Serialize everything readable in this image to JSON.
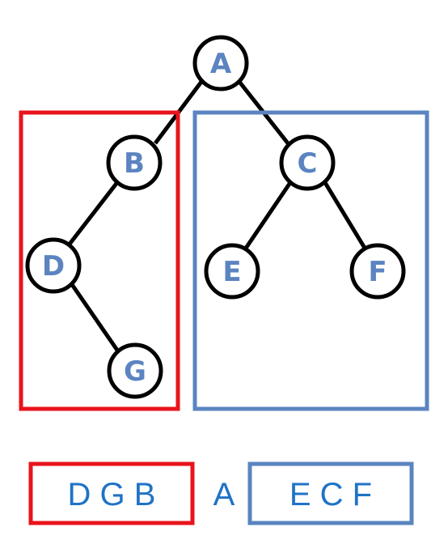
{
  "colors": {
    "left_subtree": "#e8141c",
    "right_subtree": "#5b84c0",
    "node_text": "#5b84c0",
    "edge": "#000000",
    "sequence_text": "#1f73c6"
  },
  "tree": {
    "nodes": [
      {
        "id": "A",
        "label": "A"
      },
      {
        "id": "B",
        "label": "B"
      },
      {
        "id": "C",
        "label": "C"
      },
      {
        "id": "D",
        "label": "D"
      },
      {
        "id": "E",
        "label": "E"
      },
      {
        "id": "F",
        "label": "F"
      },
      {
        "id": "G",
        "label": "G"
      }
    ],
    "edges": [
      [
        "A",
        "B"
      ],
      [
        "A",
        "C"
      ],
      [
        "B",
        "D"
      ],
      [
        "D",
        "G"
      ],
      [
        "C",
        "E"
      ],
      [
        "C",
        "F"
      ]
    ]
  },
  "sequence": {
    "left": "D G B",
    "root": "A",
    "right": "E C F"
  }
}
